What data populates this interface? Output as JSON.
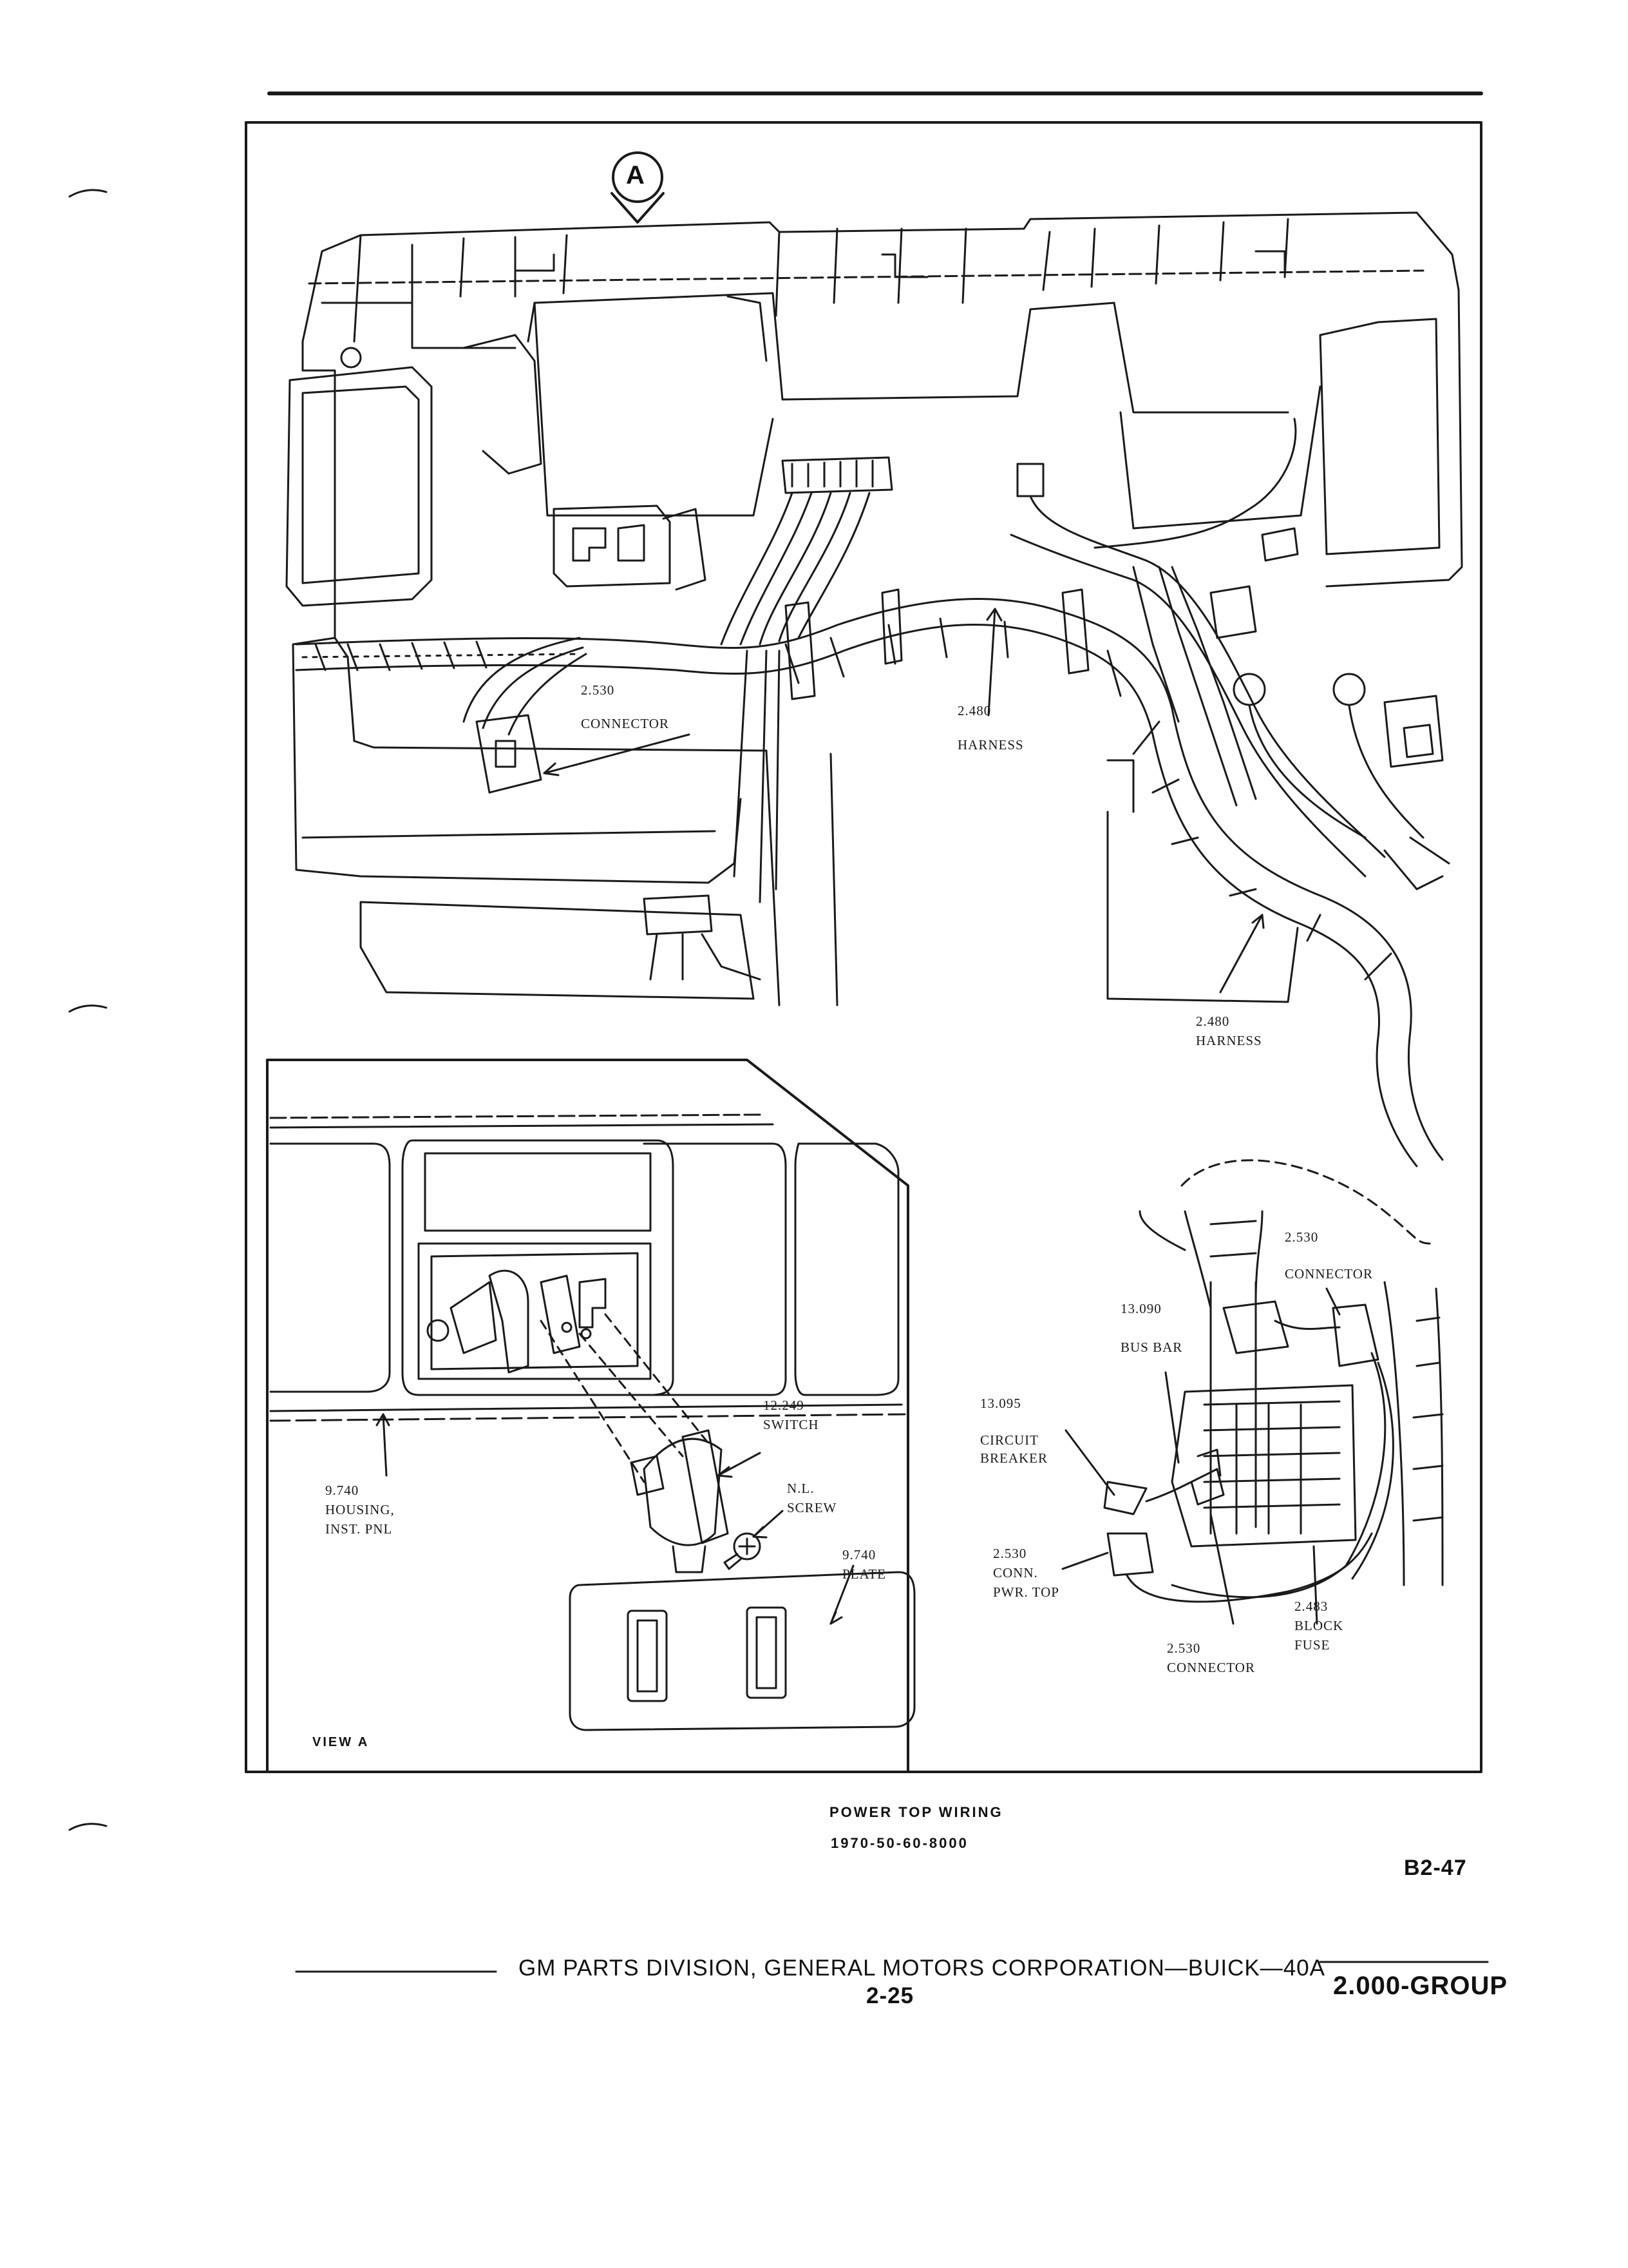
{
  "view_marker": "A",
  "labels": {
    "conn_2530_top_num": "2.530",
    "conn_2530_top_name": "CONNECTOR",
    "harness_2480_top_num": "2.480",
    "harness_2480_top_name": "HARNESS",
    "harness_2480_right_num": "2.480",
    "harness_2480_right_name": "HARNESS",
    "conn_2530_right_num": "2.530",
    "conn_2530_right_name": "CONNECTOR",
    "busbar_num": "13.090",
    "busbar_name": "BUS BAR",
    "breaker_num": "13.095",
    "breaker_name_1": "CIRCUIT",
    "breaker_name_2": "BREAKER",
    "conn_pwr_num": "2.530",
    "conn_pwr_name_1": "CONN.",
    "conn_pwr_name_2": "PWR. TOP",
    "block_num": "2.483",
    "block_name_1": "BLOCK",
    "block_name_2": "FUSE",
    "conn_2530_bottom_num": "2.530",
    "conn_2530_bottom_name": "CONNECTOR",
    "switch_num": "12.249",
    "switch_name": "SWITCH",
    "screw_num": "N.L.",
    "screw_name": "SCREW",
    "housing_num": "9.740",
    "housing_name_1": "HOUSING,",
    "housing_name_2": "INST. PNL",
    "plate_num": "9.740",
    "plate_name": "PLATE",
    "view_a": "VIEW A"
  },
  "caption": {
    "title": "POWER TOP WIRING",
    "code": "1970-50-60-8000"
  },
  "page_ref": "B2-47",
  "footer": {
    "company": "GM PARTS DIVISION, GENERAL MOTORS CORPORATION—BUICK—40A",
    "page": "2-25",
    "group": "2.000-GROUP"
  }
}
